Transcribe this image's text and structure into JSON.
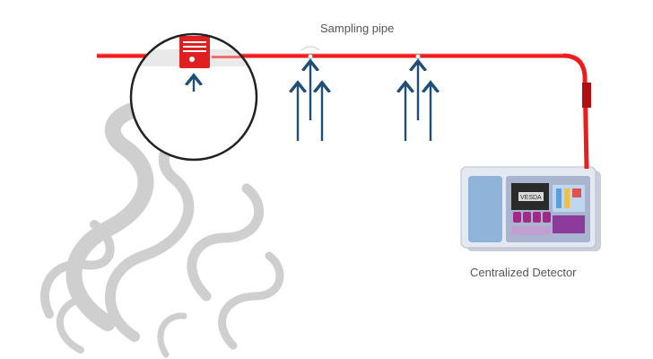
{
  "diagram": {
    "pipe_label": "Sampling pipe",
    "detector_label": "Centralized Detector",
    "display_text": "VESDA",
    "colors": {
      "pipe": "#ee1c1c",
      "airflow_arrow": "#1f4e79",
      "smoke": "#cfcfcf",
      "detector_body": "#d6dbe8",
      "detector_panel": "#8fb3d9",
      "keypad": "#a02a8a"
    },
    "icons": [
      "smoke-plume",
      "magnifier-circle",
      "airflow-arrow",
      "detector-unit"
    ]
  }
}
